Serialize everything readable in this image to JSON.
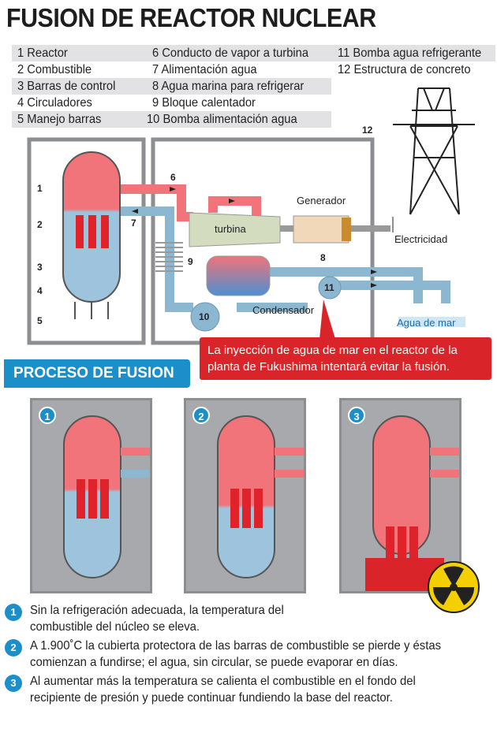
{
  "title": "FUSION DE REACTOR NUCLEAR",
  "legend": [
    "1 Reactor",
    "2 Combustible",
    "3 Barras de control",
    "4 Circuladores",
    "5 Manejo barras",
    "6 Conducto de vapor a turbina",
    "7 Alimentación agua",
    "8 Agua marina para refrigerar",
    "9 Bloque calentador",
    "10 Bomba alimentación agua",
    "11 Bomba agua refrigerante",
    "12 Estructura de concreto"
  ],
  "diagram": {
    "nums": [
      "1",
      "2",
      "3",
      "4",
      "5",
      "6",
      "7",
      "8",
      "9",
      "10",
      "11",
      "12"
    ],
    "generador": "Generador",
    "turbina": "turbina",
    "electricidad": "Electricidad",
    "condensador": "Condensador",
    "agua_mar": "Agua de mar"
  },
  "callout": "La inyección de agua de mar en el reactor de la planta de Fukushima intentará evitar la fusión.",
  "section": "PROCESO DE FUSION",
  "panels": [
    "1",
    "2",
    "3"
  ],
  "steps": [
    {
      "n": "1",
      "text": "Sin la refrigeración adecuada, la temperatura del combustible del núcleo se eleva."
    },
    {
      "n": "2",
      "text": "A 1.900˚C la cubierta protectora de las barras de combustible se pierde y éstas comienzan a fundirse; el agua, sin circular, se puede evaporar en días."
    },
    {
      "n": "3",
      "text": "Al aumentar más la temperatura se calienta el combustible en el fondo del recipiente de presión y puede continuar fundiendo la base del reactor."
    }
  ],
  "colors": {
    "accent": "#1a8fc9",
    "alert": "#d9252a",
    "hot": "#f0747a",
    "water": "#8bb7d1"
  }
}
